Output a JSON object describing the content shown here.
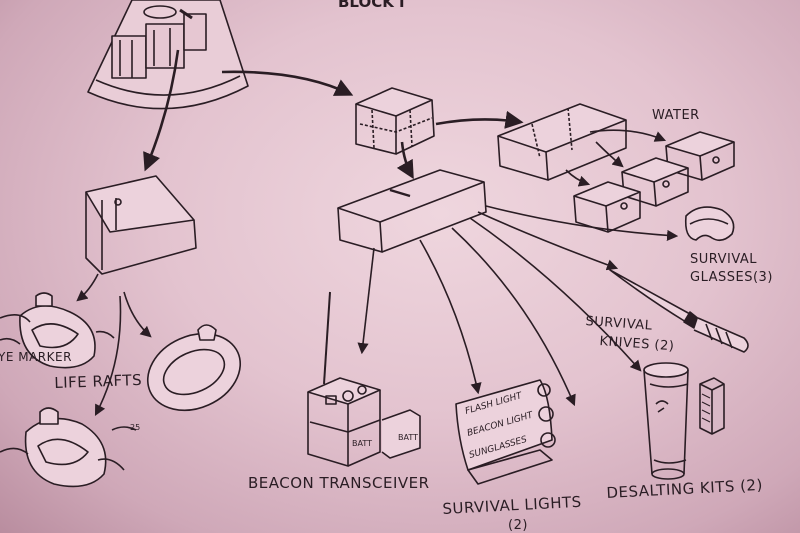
{
  "diagram": {
    "header_fragment": "BLOCK I",
    "labels": {
      "water": "WATER",
      "survival_glasses_1": "SURVIVAL",
      "survival_glasses_2": "GLASSES(3)",
      "survival_knives_1": "SURVIVAL",
      "survival_knives_2": "KNIVES (2)",
      "life_rafts": "LIFE RAFTS",
      "marker": "YE MARKER",
      "beacon_transceiver": "BEACON TRANSCEIVER",
      "survival_lights_1": "SURVIVAL LIGHTS",
      "survival_lights_2": "(2)",
      "desalting_kits": "DESALTING KITS (2)"
    },
    "panel_text": [
      "FLASH LIGHT",
      "BEACON LIGHT",
      "SUNGLASSES"
    ],
    "batt_labels": [
      "BATT",
      "BATT"
    ],
    "raft_number": "25"
  },
  "colors": {
    "ink": "#2a1d24",
    "paper": "#e8cad5"
  }
}
